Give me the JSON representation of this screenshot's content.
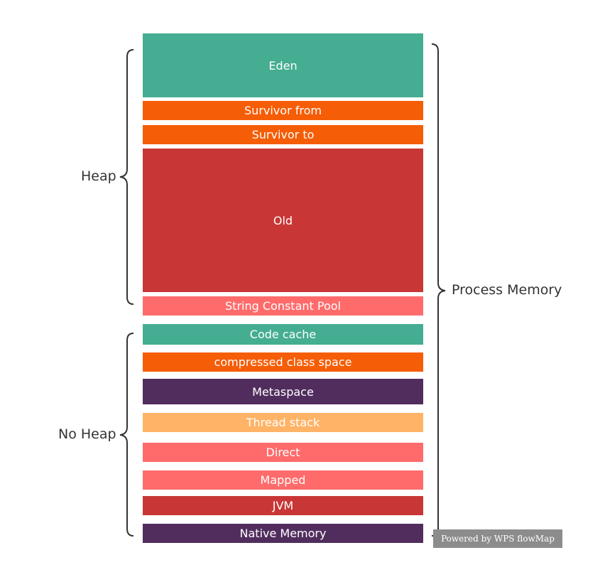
{
  "colors": {
    "teal": "#45ad91",
    "orange": "#f55d06",
    "red": "#c93636",
    "pink": "#ff6b6b",
    "purple": "#512d5e",
    "light_orange": "#ffb366"
  },
  "blocks": [
    {
      "label": "Eden",
      "color": "#45ad91"
    },
    {
      "label": "Survivor from",
      "color": "#f55d06"
    },
    {
      "label": "Survivor to",
      "color": "#f55d06"
    },
    {
      "label": "Old",
      "color": "#c93636"
    },
    {
      "label": "String Constant Pool",
      "color": "#ff6b6b"
    },
    {
      "label": "Code cache",
      "color": "#45ad91"
    },
    {
      "label": "compressed class space",
      "color": "#f55d06"
    },
    {
      "label": "Metaspace",
      "color": "#512d5e"
    },
    {
      "label": "Thread stack",
      "color": "#ffb366"
    },
    {
      "label": "Direct",
      "color": "#ff6b6b"
    },
    {
      "label": "Mapped",
      "color": "#ff6b6b"
    },
    {
      "label": "JVM",
      "color": "#c93636"
    },
    {
      "label": "Native Memory",
      "color": "#512d5e"
    }
  ],
  "groups": {
    "heap": "Heap",
    "no_heap": "No Heap",
    "process_memory": "Process Memory"
  },
  "watermark": "Powered by WPS flowMap"
}
